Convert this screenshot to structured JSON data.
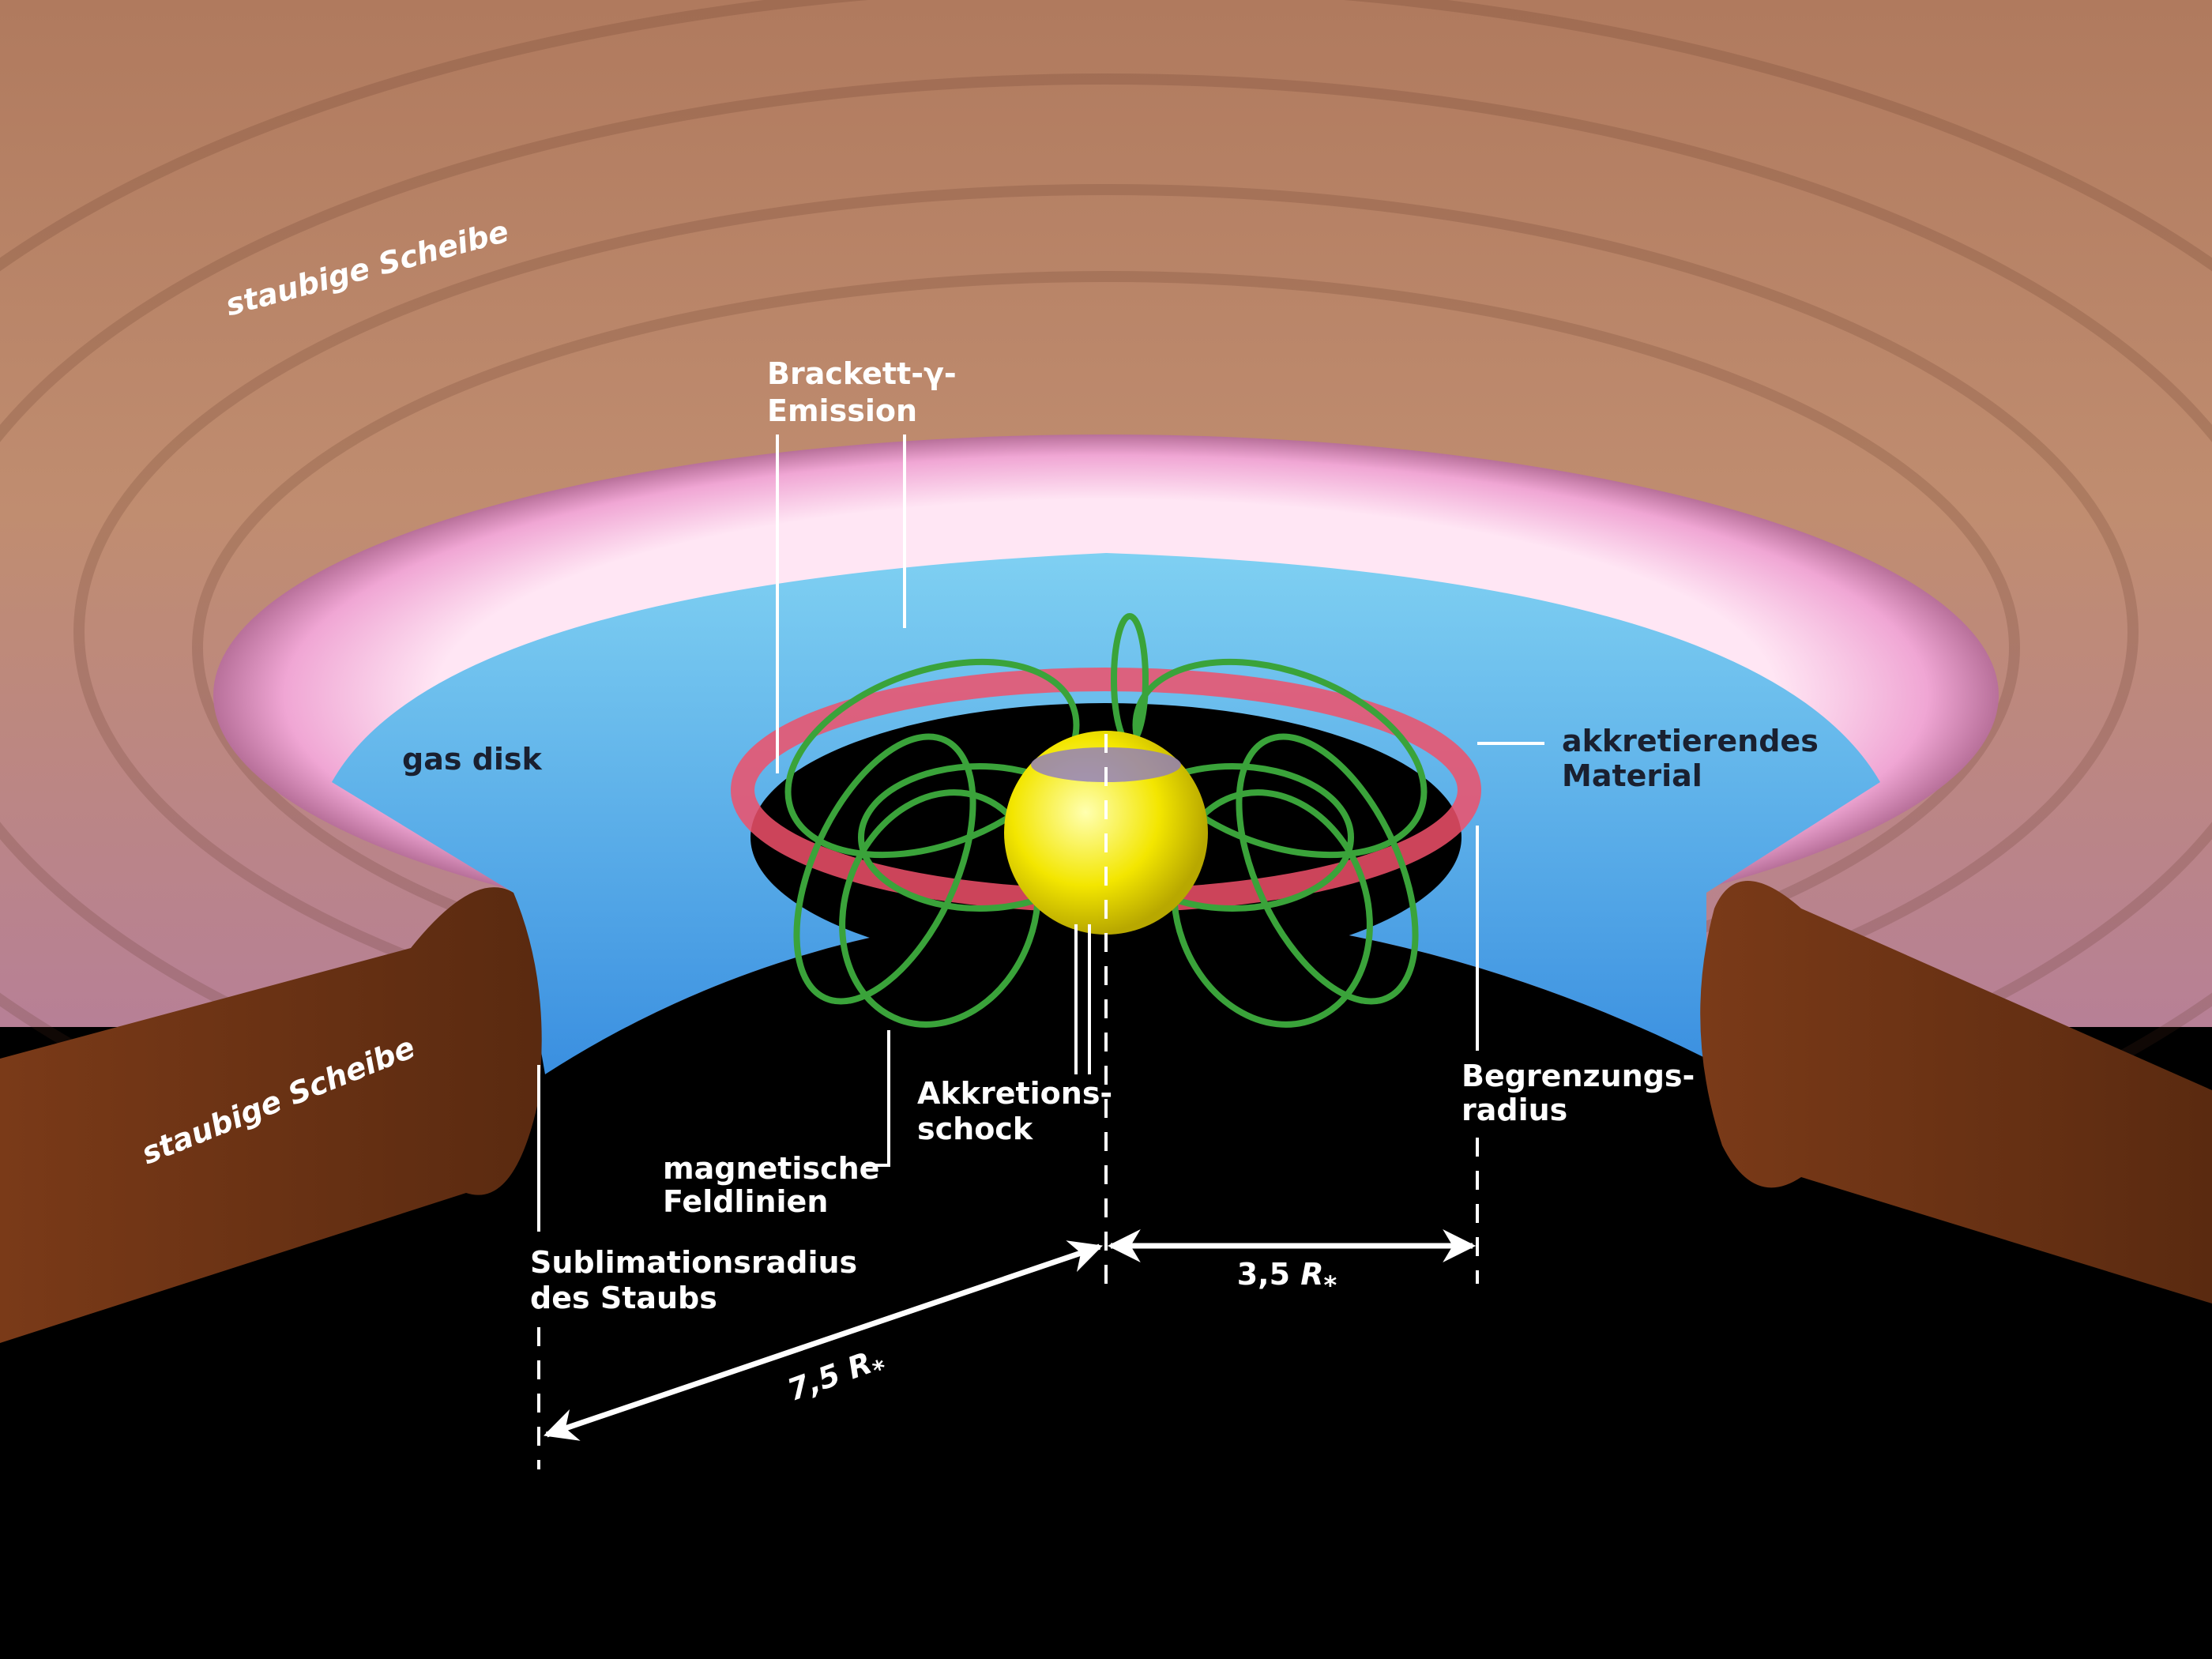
{
  "labels": {
    "dusty_disk_top": "staubige Scheibe",
    "dusty_disk_bottom": "staubige Scheibe",
    "brackett_line1": "Brackett-γ-",
    "brackett_line2": "Emission",
    "gas_disk": "gas disk",
    "accreting_line1": "akkretierendes",
    "accreting_line2": "Material",
    "truncation_line1": "Begrenzungs-",
    "truncation_line2": "radius",
    "shock_line1": "Akkretions-",
    "shock_line2": "schock",
    "field_line1": "magnetische",
    "field_line2": "Feldlinien",
    "sublimation_line1": "Sublimationsradius",
    "sublimation_line2": "des Staubs"
  },
  "measurements": {
    "sublimation_distance": "7,5",
    "truncation_distance": "3,5",
    "unit_symbol": "R",
    "unit_subscript": "*"
  },
  "colors": {
    "dust_disk": "#b98466",
    "dust_wall": "#6e3416",
    "gas_disk": "#55b6e6",
    "emission_ring": "#f2a9d6",
    "field_lines": "#3aa33a",
    "star": "#f3e600",
    "hot_ring": "#f0506a"
  }
}
